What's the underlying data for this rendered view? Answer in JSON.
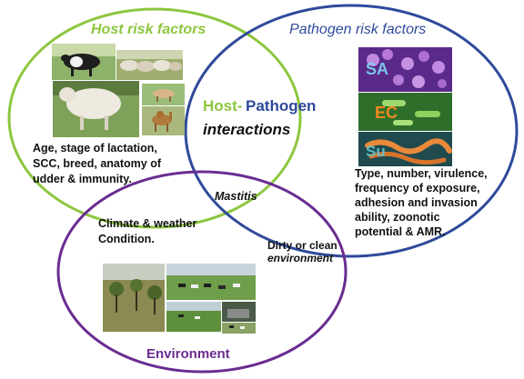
{
  "host_circle": {
    "title": "Host risk factors",
    "description": "Age, stage of lactation,\nSCC, breed, anatomy of\nudder & immunity.",
    "color": "#8dc63f"
  },
  "pathogen_circle": {
    "title": "Pathogen risk factors",
    "description": "Type, number, virulence,\nfrequency of exposure,\nadhesion and invasion\nability, zoonotic\npotential & AMR.",
    "color": "#2e4a9a",
    "bacteria_labels": [
      "SA",
      "EC",
      "Su"
    ]
  },
  "environment_circle": {
    "title": "Environment",
    "climate_text": "Climate & weather\nCondition.",
    "color": "#6a2c91"
  },
  "center": {
    "host_word": "Host-",
    "pathogen_word": "Pathogen",
    "interactions_word": "interactions",
    "mastitis_label": "Mastitis",
    "host_color": "#8dc63f",
    "pathogen_color": "#2e4a9a"
  },
  "overlap": {
    "dirty_line1": "Dirty or clean",
    "dirty_line2": "environment"
  }
}
